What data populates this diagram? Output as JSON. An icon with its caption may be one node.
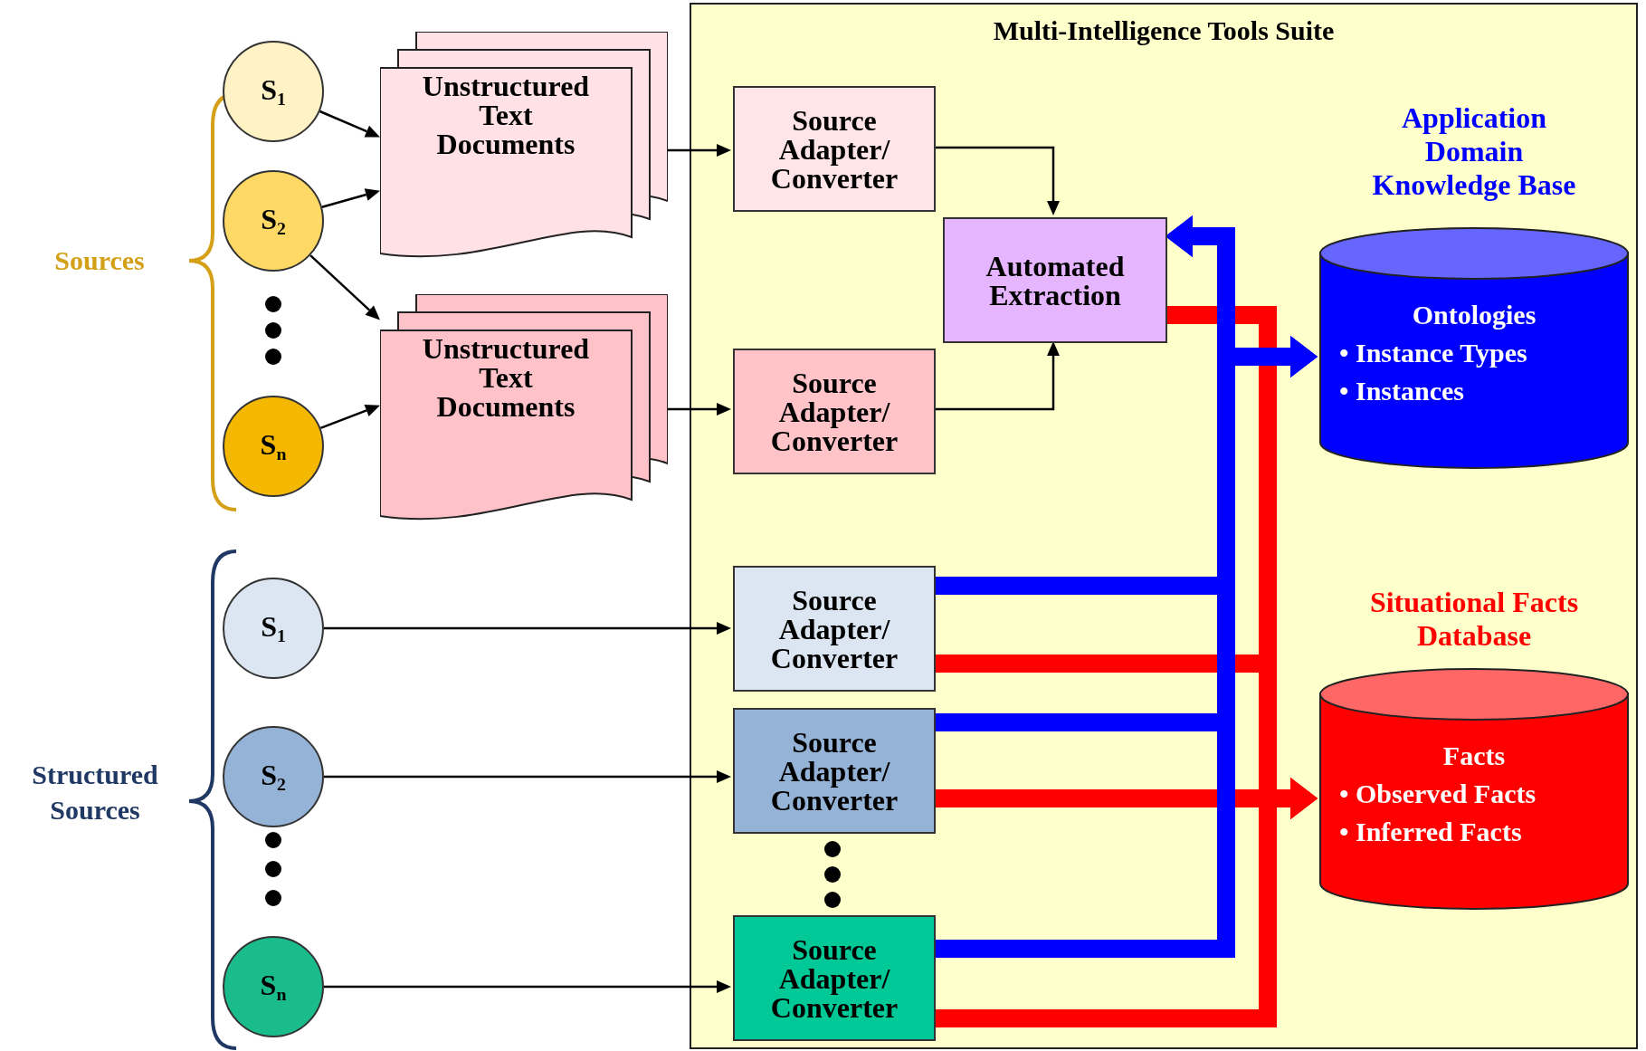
{
  "diagram": {
    "nodes": [
      {
        "text": [
          "Multi-Intelligence Tools Suite"
        ]
      },
      {
        "text": [
          "S$_{1}$"
        ]
      },
      {
        "text": [
          "S$_{2}$"
        ]
      },
      {
        "text": [
          "S$_{n}$"
        ]
      },
      {
        "text": [
          "Unstructured Text Documents"
        ]
      },
      {
        "text": [
          "Unstructured Text Documents"
        ]
      },
      {
        "text": [
          "Source Adapter/ Converter"
        ],
        "in": 0
      },
      {
        "text": [
          "Source Adapter/ Converter"
        ],
        "in": 0
      },
      {
        "text": [
          "Automated Extraction"
        ],
        "in": 0
      },
      {
        "text": [
          "Application Domain Knowledge Base",
          "Ontologies",
          "• Instance Types",
          "• Instances"
        ],
        "in": 0
      },
      {
        "text": [
          "S$_{1}$"
        ]
      },
      {
        "text": [
          "S$_{2}$"
        ]
      },
      {
        "text": [
          "S$_{n}$"
        ]
      },
      {
        "text": [
          "Source Adapter/ Converter"
        ],
        "in": 0
      },
      {
        "text": [
          "Source Adapter/ Converter"
        ],
        "in": 0
      },
      {
        "text": [
          "Source Adapter/ Converter"
        ],
        "in": 0
      },
      {
        "text": [
          "Situational Facts Database",
          "Facts",
          "• Observed Facts",
          "• Inferred Facts"
        ],
        "in": 0
      }
    ],
    "edges": [
      {
        "from": 1,
        "to": 4,
        "arrow": "to"
      },
      {
        "from": 2,
        "to": 4,
        "arrow": "to"
      },
      {
        "from": 2,
        "to": 5,
        "arrow": "to"
      },
      {
        "from": 3,
        "to": 5,
        "arrow": "to"
      },
      {
        "from": 4,
        "to": 6,
        "arrow": "to"
      },
      {
        "from": 5,
        "to": 7,
        "arrow": "to"
      },
      {
        "from": 6,
        "to": 8,
        "arrow": "to"
      },
      {
        "from": 7,
        "to": 8,
        "arrow": "to"
      },
      {
        "from": 10,
        "to": 13,
        "arrow": "to"
      },
      {
        "from": 11,
        "to": 14,
        "arrow": "to"
      },
      {
        "from": 12,
        "to": 15,
        "arrow": "to"
      },
      {
        "from": 13,
        "to": 8,
        "arrow": "to",
        "style": "thick",
        "color": "#0000ff"
      },
      {
        "from": 14,
        "to": 8,
        "arrow": "to",
        "style": "thick",
        "color": "#0000ff"
      },
      {
        "from": 15,
        "to": 8,
        "arrow": "to",
        "style": "thick",
        "color": "#0000ff"
      },
      {
        "from": 13,
        "to": 9,
        "arrow": "to",
        "style": "thick",
        "color": "#0000ff"
      },
      {
        "from": 14,
        "to": 9,
        "arrow": "to",
        "style": "thick",
        "color": "#0000ff"
      },
      {
        "from": 15,
        "to": 9,
        "arrow": "to",
        "style": "thick",
        "color": "#0000ff"
      },
      {
        "from": 8,
        "to": 16,
        "arrow": "to",
        "style": "thick",
        "color": "#ff0000"
      },
      {
        "from": 13,
        "to": 16,
        "arrow": "to",
        "style": "thick",
        "color": "#ff0000"
      },
      {
        "from": 14,
        "to": 16,
        "arrow": "to",
        "style": "thick",
        "color": "#ff0000"
      },
      {
        "from": 15,
        "to": 16,
        "arrow": "to",
        "style": "thick",
        "color": "#ff0000"
      }
    ],
    "labels": [
      "Sources",
      "Structured Sources"
    ]
  }
}
